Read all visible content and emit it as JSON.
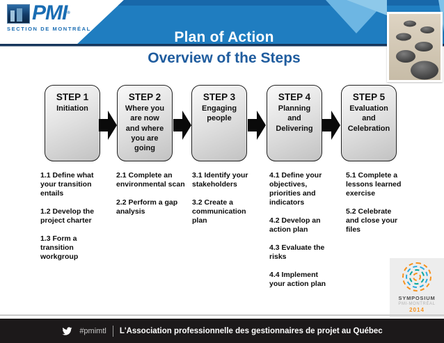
{
  "logo": {
    "pmi_text": "PMI",
    "reg_mark": "®",
    "section_text": "SECTION DE MONTRÉAL"
  },
  "header": {
    "title": "Plan of Action",
    "subtitle": "Overview of the Steps"
  },
  "steps": [
    {
      "label": "STEP 1",
      "desc": "Initiation",
      "tasks": [
        "1.1 Define what\nyour transition\nentails",
        "1.2 Develop the\nproject charter",
        "1.3 Form a\ntransition\nworkgroup"
      ]
    },
    {
      "label": "STEP 2",
      "desc": "Where you\nare now\nand where\nyou are\ngoing",
      "tasks": [
        "2.1 Complete an\nenvironmental scan",
        "2.2 Perform a gap\nanalysis"
      ]
    },
    {
      "label": "STEP 3",
      "desc": "Engaging\npeople",
      "tasks": [
        "3.1 Identify your\nstakeholders",
        "3.2 Create a\ncommunication\nplan"
      ]
    },
    {
      "label": "STEP 4",
      "desc": "Planning\nand\nDelivering",
      "tasks": [
        "4.1 Define your\nobjectives,\npriorities and\nindicators",
        "4.2 Develop an\naction plan",
        "4.3 Evaluate the\nrisks",
        "4.4 Implement\nyour action plan"
      ]
    },
    {
      "label": "STEP 5",
      "desc": "Evaluation\nand\nCelebration",
      "tasks": [
        "5.1 Complete a\nlessons learned\nexercise",
        "5.2 Celebrate\nand close your\nfiles"
      ]
    }
  ],
  "symposium": {
    "title": "SYMPOSIUM",
    "subtitle": "PMI-MONTRÉAL",
    "year": "2014"
  },
  "footer": {
    "hashtag": "#pmimtl",
    "text": "L'Association professionnelle des gestionnaires de projet au Québec"
  },
  "colors": {
    "banner_blue": "#1f7dc0",
    "banner_dark_stripe": "#1868aa",
    "navy_line": "#16365c",
    "subtitle_blue": "#1f5c9e",
    "accent_orange": "#f6921e"
  }
}
